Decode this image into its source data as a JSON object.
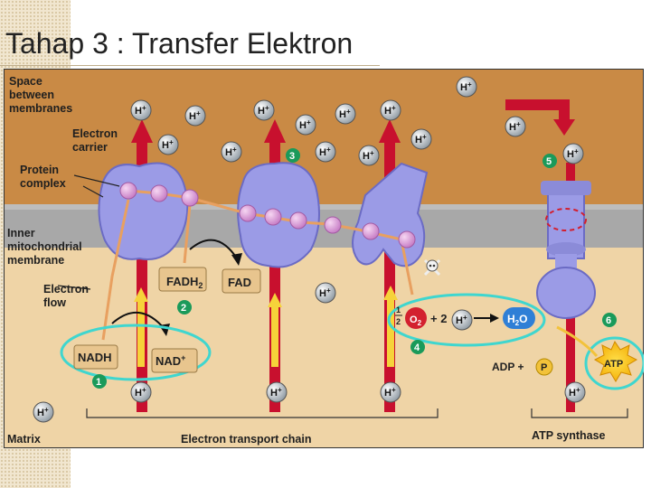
{
  "slide": {
    "title": "Tahap 3 : Transfer Elektron"
  },
  "labels": {
    "space_between": [
      "Space",
      "between",
      "membranes"
    ],
    "electron_carrier": [
      "Electron",
      "carrier"
    ],
    "protein_complex": [
      "Protein",
      "complex"
    ],
    "inner_membrane": [
      "Inner",
      "mitochondrial",
      "membrane"
    ],
    "electron_flow": [
      "Electron",
      "flow"
    ],
    "matrix": "Matrix",
    "etc": "Electron transport chain",
    "atp_synthase": "ATP synthase"
  },
  "molecules": {
    "fadh2": "FADH",
    "fadh2_sub": "2",
    "fad": "FAD",
    "nadh": "NADH",
    "nad": "NAD",
    "nad_sup": "+",
    "o2_frac_num": "1",
    "o2_frac_den": "2",
    "o2": "O",
    "o2_sub": "2",
    "plus_two": "+ 2",
    "h2o_h": "H",
    "h2o_sub": "2",
    "h2o_o": "O",
    "adp": "ADP +",
    "p": "P",
    "atp": "ATP",
    "hion": "H",
    "hion_sup": "+"
  },
  "steps": [
    "1",
    "2",
    "3",
    "4",
    "5",
    "6"
  ],
  "colors": {
    "intermembrane": "#c98a45",
    "membrane": "#a8a8a8",
    "matrix": "#efd4a6",
    "protein": "#9b9be6",
    "proton_arrow": "#c8102e",
    "electron_path": "#e8a060",
    "highlight": "#3fd6cf",
    "step_badge": "#1a9a5a"
  }
}
